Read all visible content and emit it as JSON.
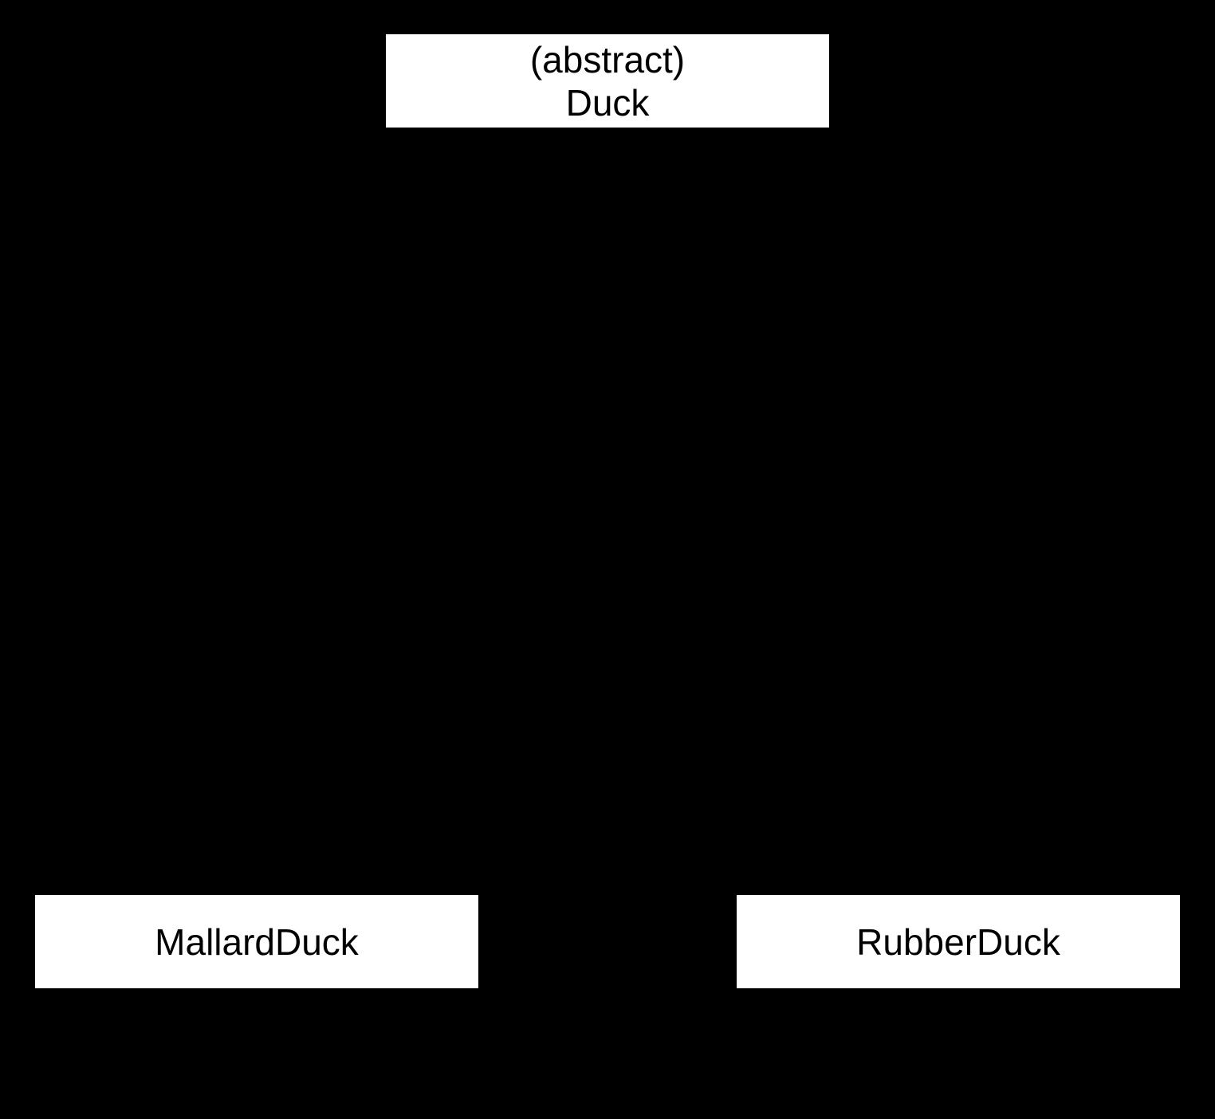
{
  "canvas": {
    "background_color": "#000000",
    "box_fill_color": "#ffffff",
    "text_color": "#000000"
  },
  "diagram": {
    "type": "uml-class-diagram",
    "nodes": [
      {
        "id": "duck",
        "stereotype": "(abstract)",
        "label": "Duck"
      },
      {
        "id": "mallard-duck",
        "label": "MallardDuck"
      },
      {
        "id": "rubber-duck",
        "label": "RubberDuck"
      }
    ]
  }
}
